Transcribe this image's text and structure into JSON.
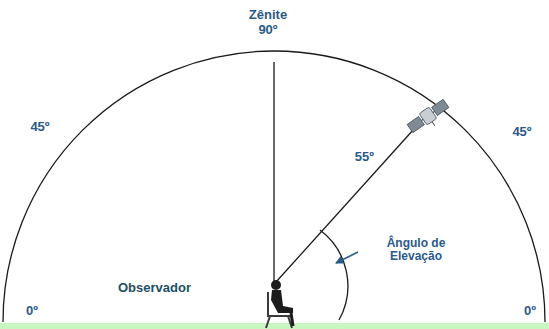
{
  "diagram": {
    "labels": [
      "Zênite",
      "90º",
      "45º",
      "45º",
      "55º",
      "Ângulo de Elevação",
      "Observador",
      "0º",
      "0º"
    ]
  }
}
